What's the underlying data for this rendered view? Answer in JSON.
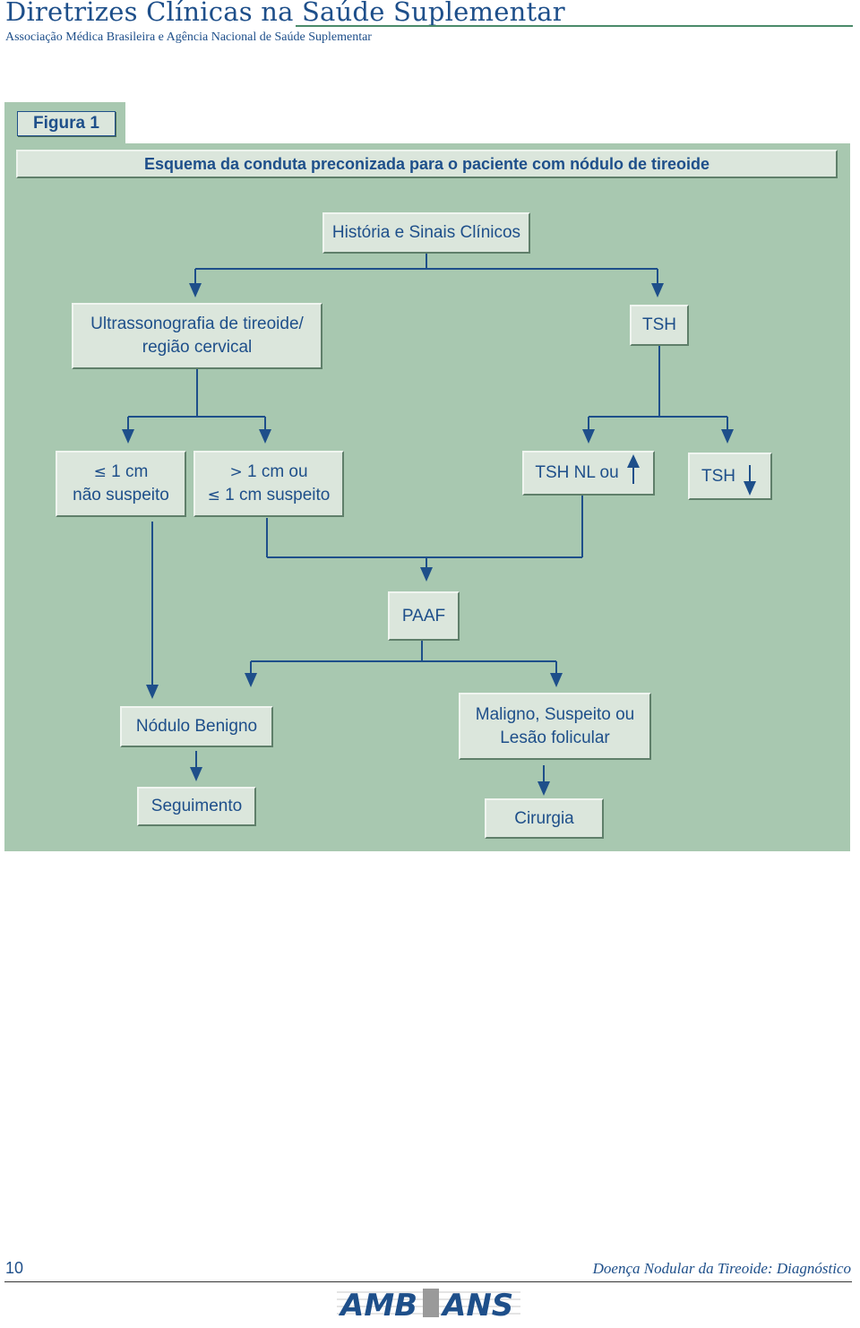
{
  "header": {
    "title": "Diretrizes Clínicas na Saúde Suplementar",
    "subtitle": "Associação Médica Brasileira e Agência Nacional de Saúde Suplementar"
  },
  "figure": {
    "label": "Figura 1",
    "title": "Esquema da conduta preconizada para o paciente com nódulo de tireoide"
  },
  "nodes": {
    "history": "História e Sinais Clínicos",
    "ultrasound_line1": "Ultrassonografia de tireoide/",
    "ultrasound_line2": "região cervical",
    "tsh": "TSH",
    "small_symbol": "≤",
    "small_line1": "1 cm",
    "small_line2": "não suspeito",
    "large_symbol": ">",
    "large_line1": "1 cm ou",
    "large_symbol2": "≤",
    "large_line2": "1 cm suspeito",
    "tsh_nl": "TSH NL ou",
    "tsh_low": "TSH",
    "paaf": "PAAF",
    "benign": "Nódulo Benigno",
    "malignant_line1": "Maligno, Suspeito ou",
    "malignant_line2": "Lesão folicular",
    "followup": "Seguimento",
    "surgery": "Cirurgia"
  },
  "footer": {
    "page_number": "10",
    "title": "Doença Nodular da Tireoide: Diagnóstico",
    "logo_left": "AMB",
    "logo_right": "ANS"
  },
  "colors": {
    "panel": "#a8c8b0",
    "box": "#dbe6dc",
    "text": "#1e4f8a",
    "line": "#1e4f8a"
  }
}
